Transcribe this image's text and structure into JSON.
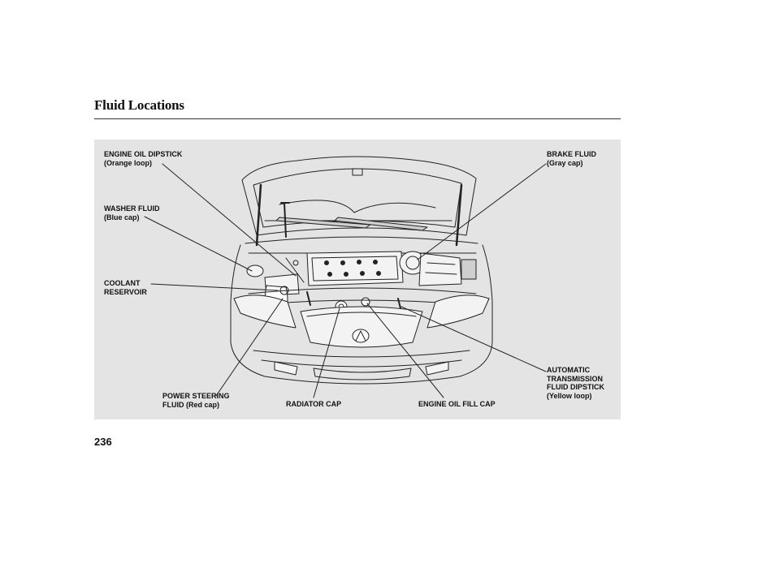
{
  "page": {
    "title": "Fluid Locations",
    "number": "236"
  },
  "callouts": {
    "engine_oil_dipstick": {
      "line1": "ENGINE OIL DIPSTICK",
      "line2": "(Orange loop)"
    },
    "washer_fluid": {
      "line1": "WASHER FLUID",
      "line2": "(Blue cap)"
    },
    "coolant_reservoir": {
      "line1": "COOLANT",
      "line2": "RESERVOIR"
    },
    "power_steering_fluid": {
      "line1": "POWER STEERING",
      "line2": "FLUID (Red cap)"
    },
    "radiator_cap": {
      "line1": "RADIATOR CAP"
    },
    "engine_oil_fill_cap": {
      "line1": "ENGINE OIL FILL CAP"
    },
    "brake_fluid": {
      "line1": "BRAKE FLUID",
      "line2": "(Gray cap)"
    },
    "automatic_transmission_fluid_dipstick": {
      "line1": "AUTOMATIC",
      "line2": "TRANSMISSION",
      "line3": "FLUID DIPSTICK",
      "line4": "(Yellow loop)"
    }
  }
}
